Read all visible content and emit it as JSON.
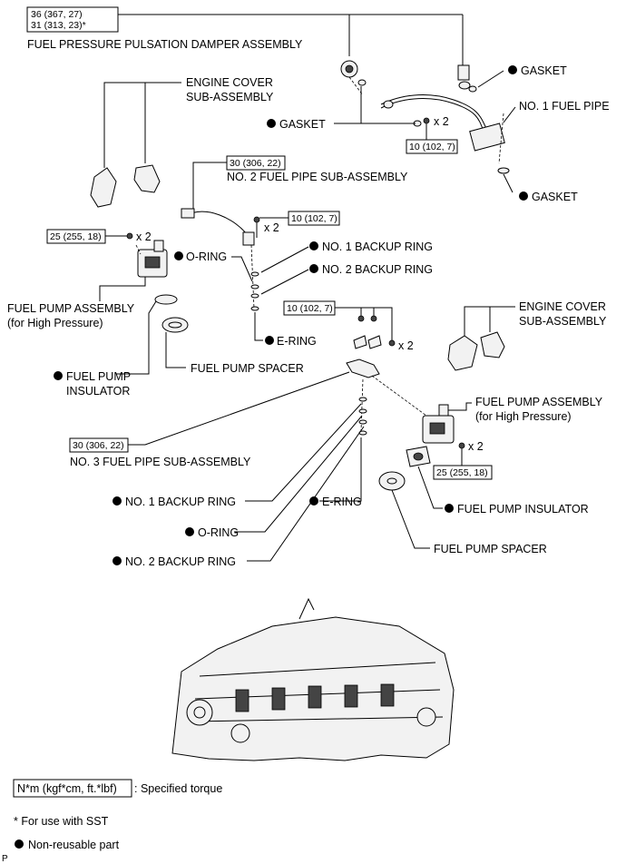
{
  "torque": {
    "damper_line1": "36 (367, 27)",
    "damper_line2": "31 (313, 23)*",
    "no2_pipe": "30 (306, 22)",
    "pipe_bolt_no1": "10 (102, 7)",
    "bolt_x2_top": "10 (102, 7)",
    "pump_left": "25 (255, 18)",
    "clamp_bolts": "10 (102, 7)",
    "no3_pipe": "30 (306, 22)",
    "pump_right": "25 (255, 18)"
  },
  "labels": {
    "damper": "FUEL PRESSURE PULSATION DAMPER ASSEMBLY",
    "gasket_top": "GASKET",
    "gasket_mid": "GASKET",
    "gasket_low": "GASKET",
    "no1_fuel_pipe": "NO. 1 FUEL PIPE",
    "engine_cover_left_1": "ENGINE COVER",
    "engine_cover_left_2": "SUB-ASSEMBLY",
    "no2_fuel_pipe": "NO. 2 FUEL PIPE SUB-ASSEMBLY",
    "o_ring_left": "O-RING",
    "no1_backup_ring_top": "NO. 1 BACKUP RING",
    "no2_backup_ring_top": "NO. 2 BACKUP RING",
    "pump_left_1": "FUEL PUMP ASSEMBLY",
    "pump_left_2": "(for High Pressure)",
    "e_ring_top": "E-RING",
    "insulator_left_1": "FUEL PUMP",
    "insulator_left_2": "INSULATOR",
    "spacer_left": "FUEL PUMP SPACER",
    "engine_cover_right_1": "ENGINE COVER",
    "engine_cover_right_2": "SUB-ASSEMBLY",
    "pump_right_1": "FUEL PUMP ASSEMBLY",
    "pump_right_2": "(for High Pressure)",
    "no3_fuel_pipe": "NO. 3 FUEL PIPE SUB-ASSEMBLY",
    "no1_backup_ring_low": "NO. 1 BACKUP RING",
    "e_ring_low": "E-RING",
    "insulator_right": "FUEL PUMP INSULATOR",
    "o_ring_low": "O-RING",
    "no2_backup_ring_low": "NO. 2 BACKUP RING",
    "spacer_right": "FUEL PUMP SPACER",
    "x2": "x 2"
  },
  "legend": {
    "torque_box": "N*m (kgf*cm, ft.*lbf)",
    "torque_desc": ": Specified torque",
    "sst_note": "* For use with SST",
    "nonreusable": "Non-reusable part",
    "corner_mark": "P"
  },
  "icons": {
    "bullet": "non-reusable-dot-icon"
  }
}
